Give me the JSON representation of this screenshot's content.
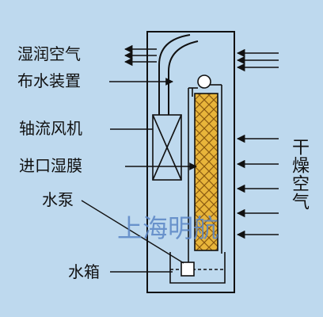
{
  "labels": {
    "humid_air": "湿润空气",
    "water_distributor": "布水装置",
    "axial_fan": "轴流风机",
    "wet_membrane": "进口湿膜",
    "water_pump": "水泵",
    "water_tank": "水箱"
  },
  "dry_air": "干燥空气",
  "watermark": "上海明航",
  "colors": {
    "background": "#bed9ee",
    "outline": "#111111",
    "membrane_fill": "#e8b53a",
    "membrane_hatch": "#8a5a10",
    "watermark": "#5b86c6"
  }
}
